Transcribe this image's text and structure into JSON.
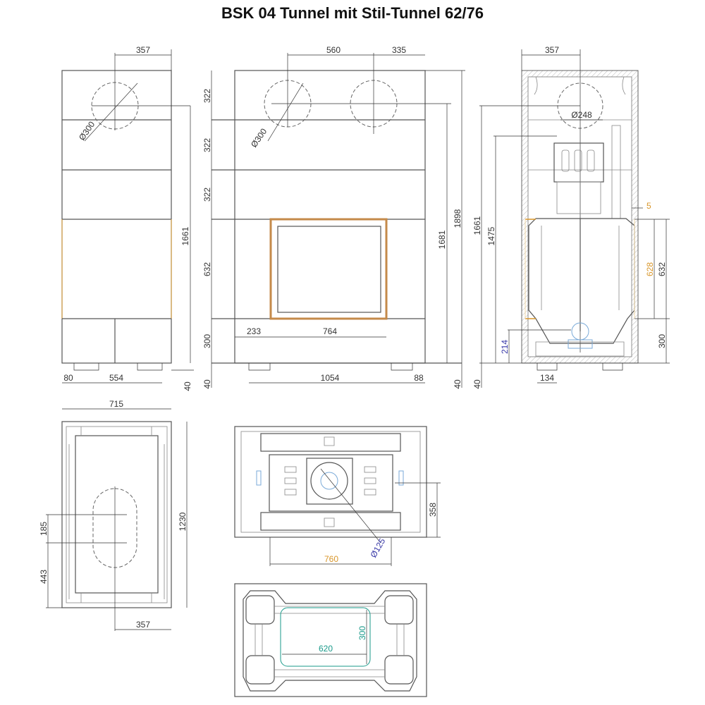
{
  "title": "BSK 04 Tunnel mit Stil-Tunnel 62/76",
  "colors": {
    "line": "#555555",
    "orange": "#d8962a",
    "blue": "#3a3aa8",
    "teal": "#1a9a8a"
  },
  "side_view": {
    "d357": "357",
    "dia": "Ø300",
    "d1661": "1661",
    "d40": "40",
    "d80": "80",
    "d554": "554"
  },
  "front_view": {
    "d560": "560",
    "d335": "335",
    "dia": "Ø300",
    "d322a": "322",
    "d322b": "322",
    "d322c": "322",
    "d632": "632",
    "d300": "300",
    "d40a": "40",
    "d233": "233",
    "d764": "764",
    "d1054": "1054",
    "d88": "88",
    "d1681": "1681",
    "d1898": "1898",
    "d40b": "40"
  },
  "section_view": {
    "d357": "357",
    "dia": "Ø248",
    "d1661": "1661",
    "d1475": "1475",
    "d214": "214",
    "d5": "5",
    "d628": "628",
    "d632": "632",
    "d300": "300",
    "d40": "40",
    "d134": "134"
  },
  "plan_view": {
    "d715": "715",
    "d1230": "1230",
    "d185": "185",
    "d443": "443",
    "d357": "357"
  },
  "top_view": {
    "d358": "358",
    "d760": "760",
    "dia": "Ø125"
  },
  "base_view": {
    "d620": "620",
    "d300": "300"
  }
}
